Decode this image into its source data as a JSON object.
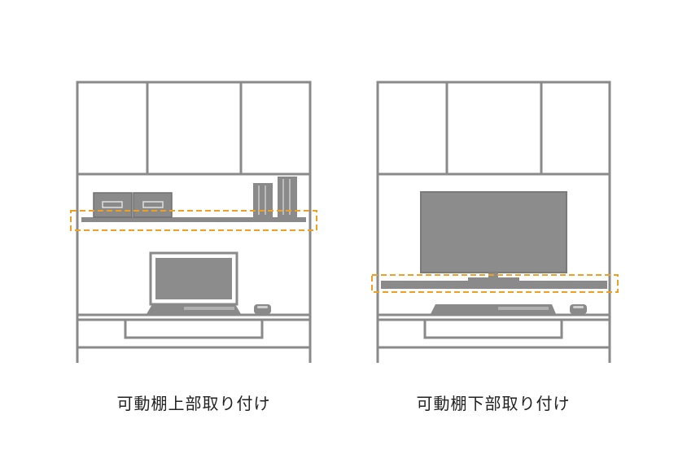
{
  "panels": [
    {
      "caption": "可動棚上部取り付け",
      "highlight": "upper"
    },
    {
      "caption": "可動棚下部取り付け",
      "highlight": "lower"
    }
  ],
  "colors": {
    "line": "#8a8a8a",
    "fill": "#8a8a8a",
    "screen": "#8c8c8c",
    "highlight": "#f0a020",
    "background": "#ffffff"
  },
  "icons": [
    "storage-box-icon",
    "binder-icon",
    "laptop-icon",
    "mouse-icon",
    "television-icon",
    "keyboard-icon"
  ]
}
